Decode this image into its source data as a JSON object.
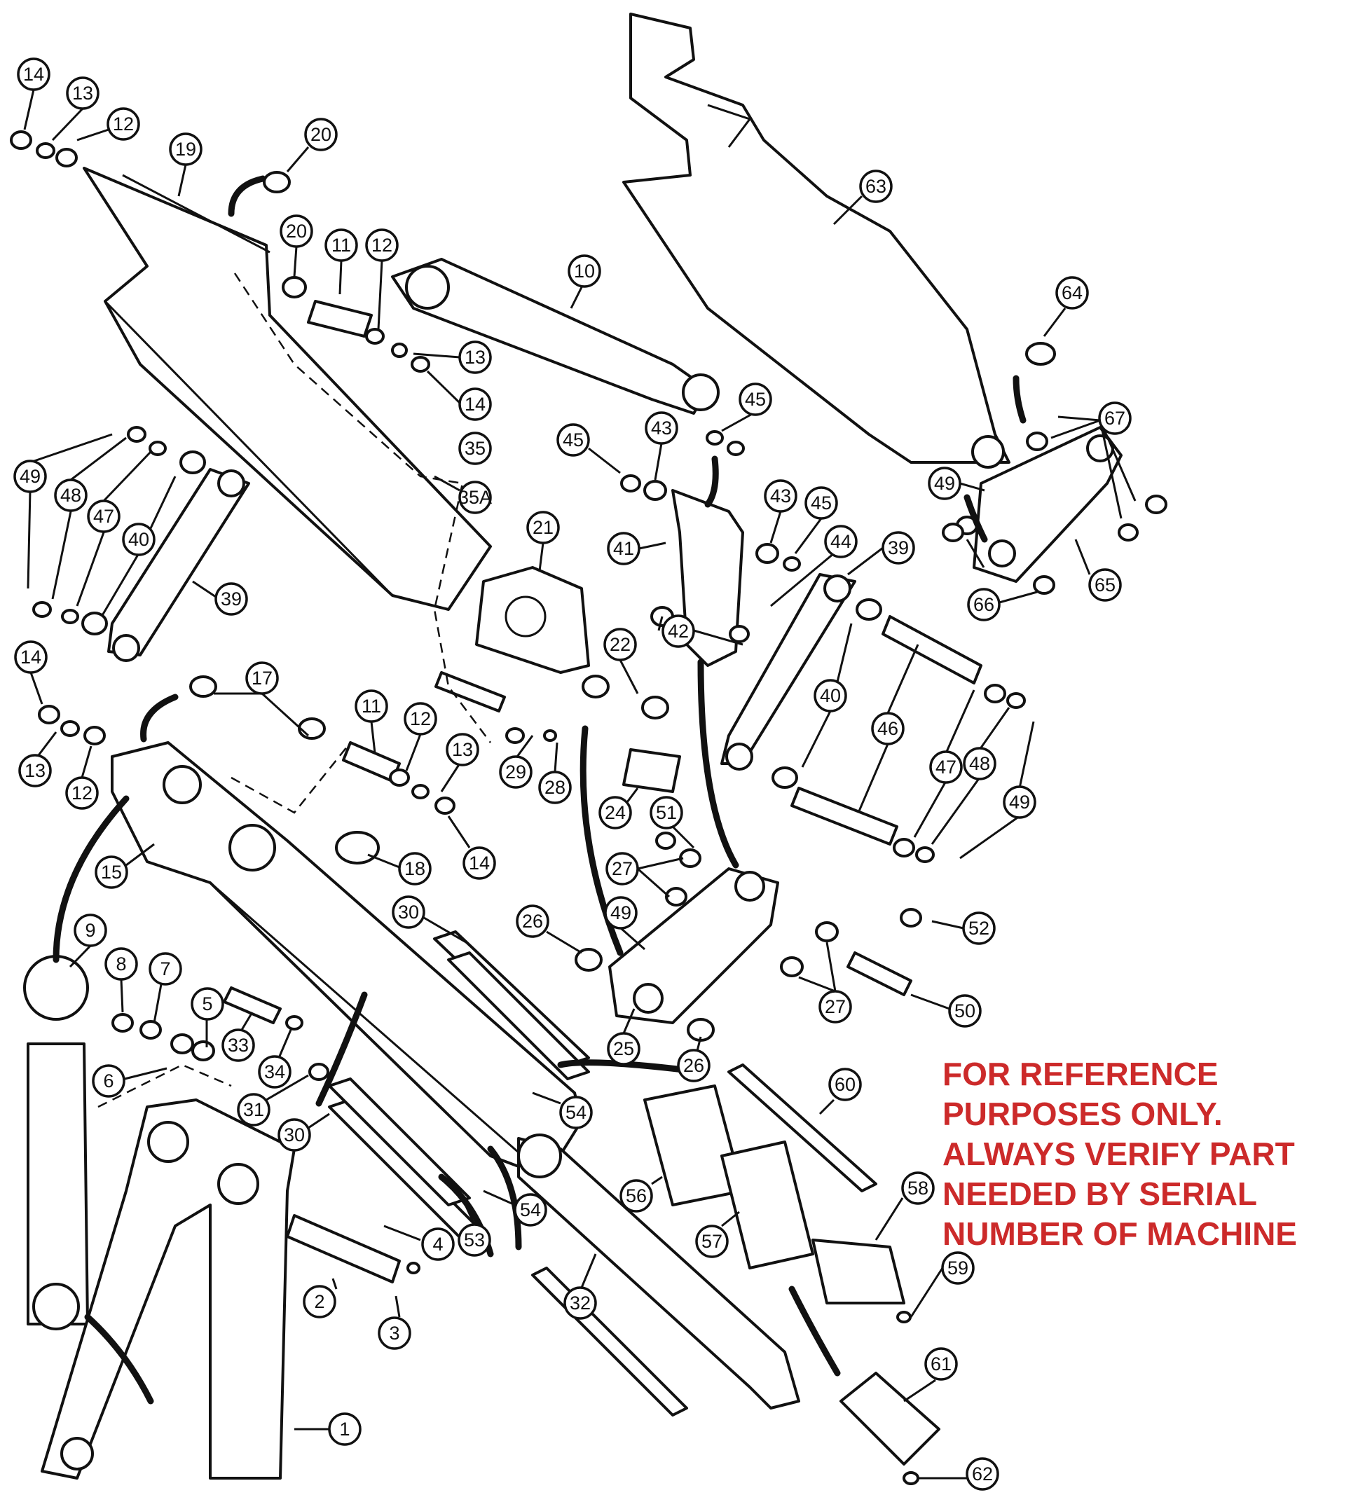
{
  "notice": {
    "lines": [
      "FOR REFERENCE",
      "PURPOSES ONLY.",
      "ALWAYS VERIFY PART",
      "NEEDED BY SERIAL",
      "NUMBER OF MACHINE"
    ],
    "color": "#cc2a2a"
  },
  "callouts": [
    "1",
    "2",
    "3",
    "4",
    "5",
    "6",
    "7",
    "8",
    "9",
    "10",
    "11",
    "11",
    "12",
    "12",
    "12",
    "12",
    "13",
    "13",
    "13",
    "13",
    "14",
    "14",
    "14",
    "14",
    "15",
    "17",
    "18",
    "19",
    "20",
    "20",
    "21",
    "22",
    "24",
    "25",
    "26",
    "26",
    "27",
    "27",
    "28",
    "29",
    "30",
    "30",
    "31",
    "32",
    "33",
    "34",
    "35",
    "35A",
    "39",
    "39",
    "40",
    "40",
    "41",
    "42",
    "43",
    "43",
    "44",
    "45",
    "45",
    "45",
    "46",
    "47",
    "47",
    "48",
    "48",
    "49",
    "49",
    "49",
    "49",
    "50",
    "51",
    "52",
    "53",
    "54",
    "54",
    "56",
    "57",
    "58",
    "59",
    "60",
    "61",
    "62",
    "63",
    "64",
    "65",
    "66",
    "67"
  ]
}
